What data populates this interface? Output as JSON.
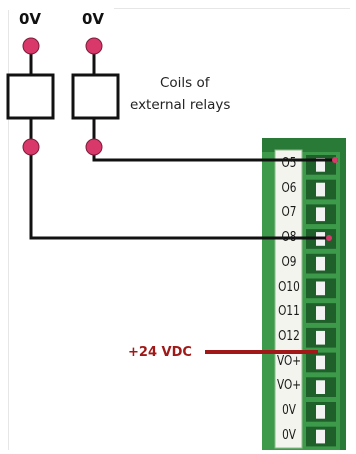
{
  "labels": {
    "ov_left": "0V",
    "ov_right": "0V",
    "note_line1": "Coils of",
    "note_line2": "external relays",
    "supply": "+24 VDC"
  },
  "terminals": [
    "O5",
    "O6",
    "O7",
    "O8",
    "O9",
    "O10",
    "O11",
    "O12",
    "VO+",
    "VO+",
    "0V",
    "0V"
  ],
  "colors": {
    "node": "#d9386b",
    "wire": "#111111",
    "supply_wire": "#a01818",
    "block_body": "#3c9a4a",
    "block_dark": "#2a7a37",
    "label_strip": "#f4f4ee",
    "slot_bg": "#1f5f2a",
    "slot_tab": "#f2f2f2"
  }
}
